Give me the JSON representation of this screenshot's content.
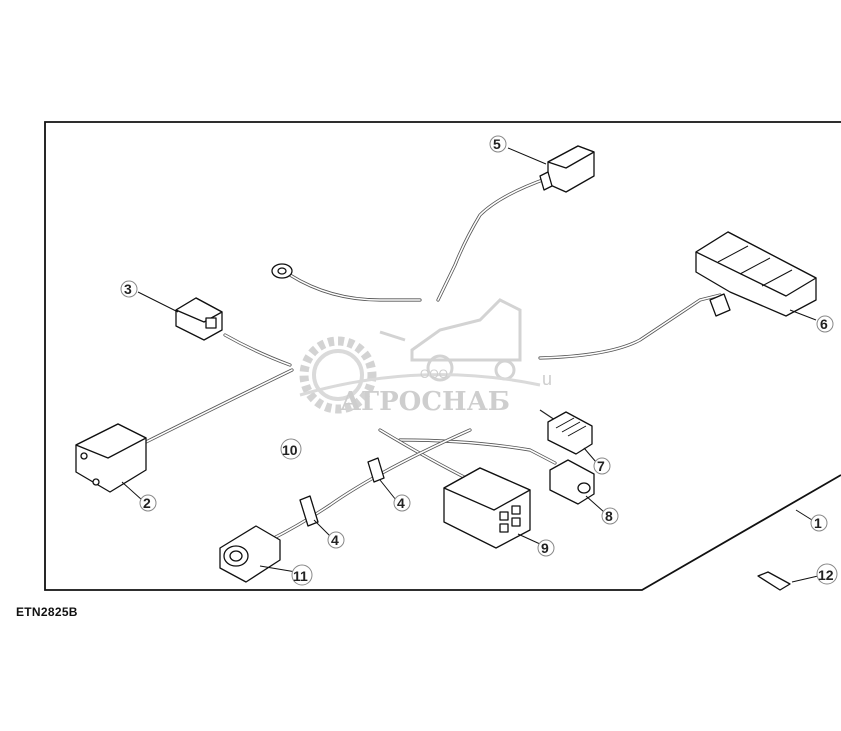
{
  "figure": {
    "code": "ETN2825B"
  },
  "callouts": {
    "c1": "1",
    "c2": "2",
    "c3": "3",
    "c4a": "4",
    "c4b": "4",
    "c5": "5",
    "c6": "6",
    "c7": "7",
    "c8": "8",
    "c9": "9",
    "c10": "10",
    "c11": "11",
    "c12": "12"
  },
  "watermark": {
    "company_prefix": "ООО",
    "company_name": "АГРОСНАБ",
    "stray_char": "u",
    "color": "#c9c9c9"
  },
  "colors": {
    "line": "#111111",
    "background": "#ffffff"
  }
}
